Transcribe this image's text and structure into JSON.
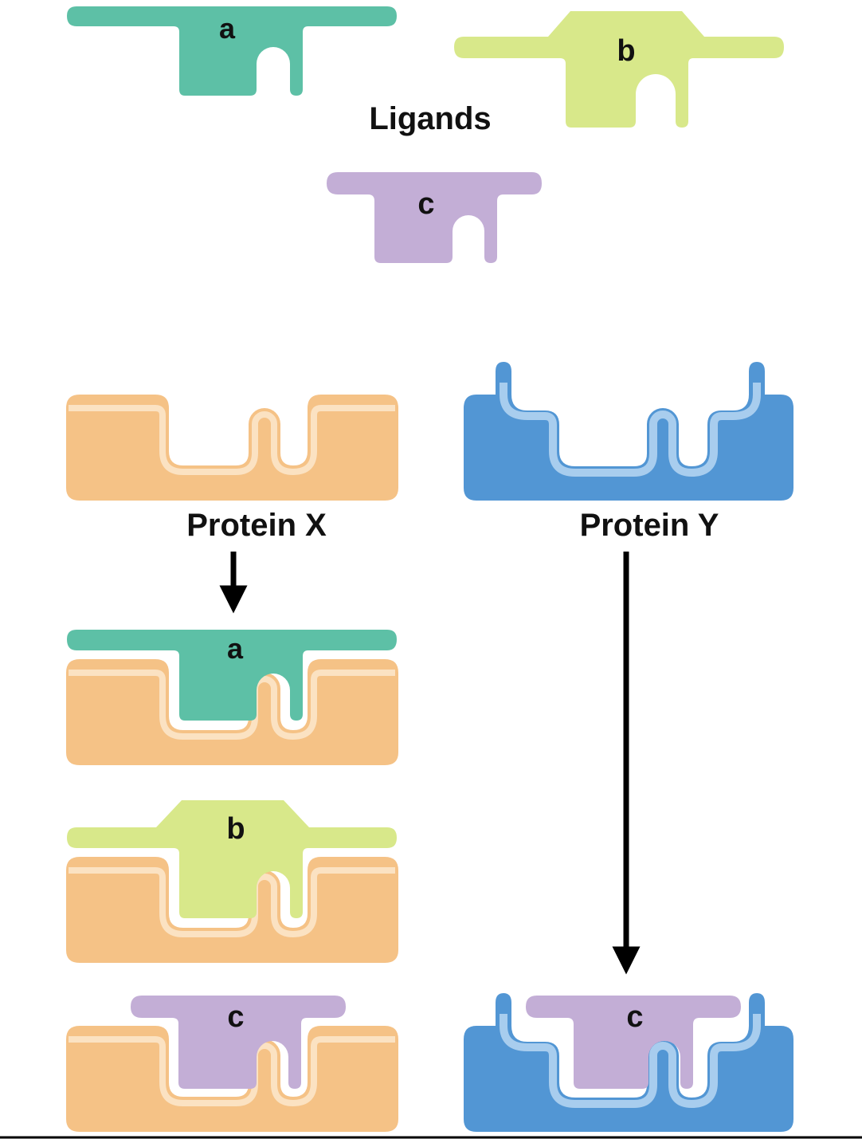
{
  "header": {
    "ligands_label": "Ligands"
  },
  "ligands": [
    {
      "id": "a",
      "label": "a"
    },
    {
      "id": "b",
      "label": "b"
    },
    {
      "id": "c",
      "label": "c"
    }
  ],
  "proteins": [
    {
      "id": "x",
      "label": "Protein X"
    },
    {
      "id": "y",
      "label": "Protein Y"
    }
  ],
  "bindings": {
    "protein_x": [
      "a",
      "b",
      "c"
    ],
    "protein_y": [
      "c"
    ]
  },
  "colors": {
    "ligand_a": "#5dc0a6",
    "ligand_b": "#d8e88a",
    "ligand_c": "#c3aed6",
    "protein_x": "#f5c286",
    "protein_x_rim": "#fbe2c2",
    "protein_y": "#5296d4",
    "protein_y_rim": "#a8cdee",
    "arrow": "#000000"
  }
}
